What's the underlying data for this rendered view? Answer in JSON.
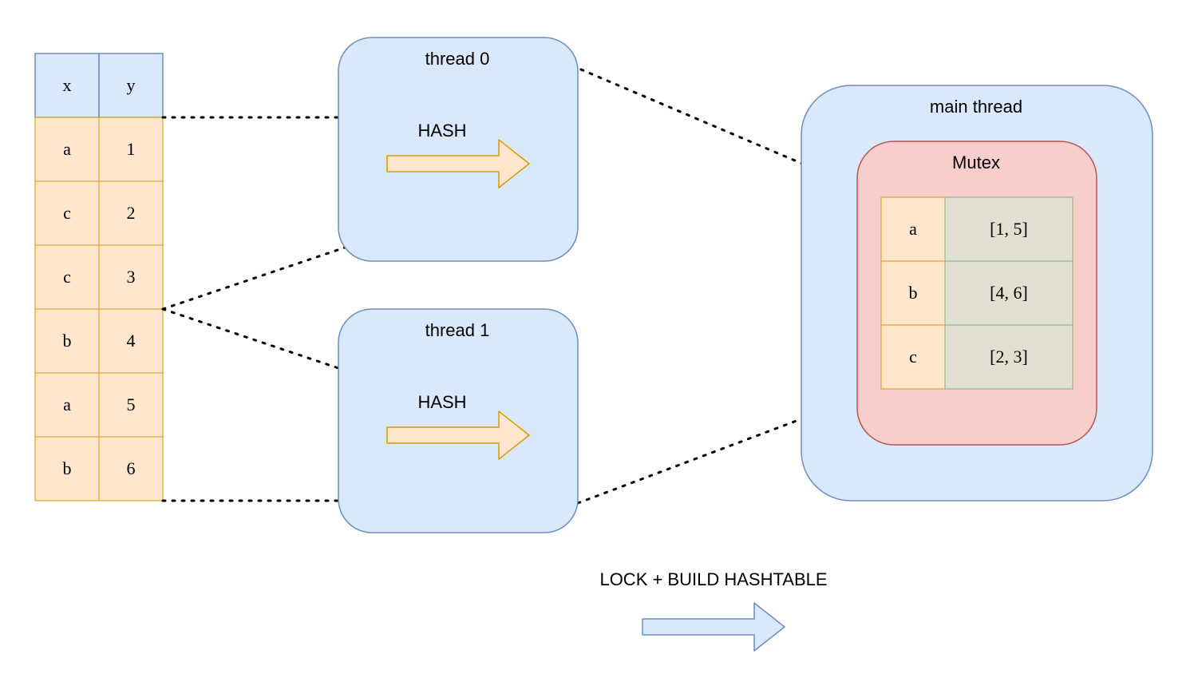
{
  "source_table": {
    "headers": [
      "x",
      "y"
    ],
    "rows": [
      [
        "a",
        "1"
      ],
      [
        "c",
        "2"
      ],
      [
        "c",
        "3"
      ],
      [
        "b",
        "4"
      ],
      [
        "a",
        "5"
      ],
      [
        "b",
        "6"
      ]
    ]
  },
  "threads": [
    {
      "title": "thread 0",
      "action": "HASH"
    },
    {
      "title": "thread 1",
      "action": "HASH"
    }
  ],
  "main": {
    "title": "main thread",
    "mutex_title": "Mutex",
    "hashtable": [
      {
        "key": "a",
        "value": "[1, 5]"
      },
      {
        "key": "b",
        "value": "[4, 6]"
      },
      {
        "key": "c",
        "value": "[2, 3]"
      }
    ]
  },
  "bottom_label": "LOCK + BUILD HASHTABLE",
  "colors": {
    "blue_fill": "#dae8fc",
    "blue_stroke": "#6c8ebf",
    "orange_fill": "#ffe6cc",
    "orange_stroke": "#d79b00",
    "red_fill": "#f8cecc",
    "red_stroke": "#b85450",
    "grey_fill": "#e1dfd1",
    "green_stroke": "#82b366"
  }
}
